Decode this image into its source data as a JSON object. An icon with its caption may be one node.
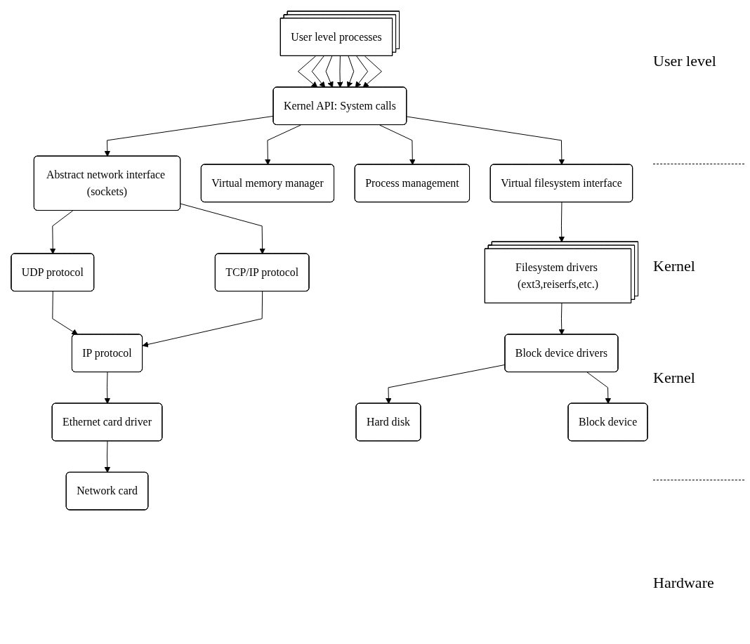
{
  "diagram": {
    "nodes": [
      {
        "text": [
          "User level processes"
        ]
      },
      {
        "text": [
          "Kernel API: System calls"
        ]
      },
      {
        "text": [
          "Virtual filesystem interface"
        ]
      },
      {
        "text": [
          "Virtual memory manager"
        ]
      },
      {
        "text": [
          "Process management"
        ]
      },
      {
        "text": [
          "Abstract network interface (sockets)"
        ]
      },
      {
        "text": [
          "Filesystem drivers (ext3,reiserfs,etc.)"
        ]
      },
      {
        "text": [
          "UDP protocol"
        ]
      },
      {
        "text": [
          "TCP/IP protocol"
        ]
      },
      {
        "text": [
          "IP protocol"
        ]
      },
      {
        "text": [
          "Block device drivers"
        ]
      },
      {
        "text": [
          "Ethernet card driver"
        ]
      },
      {
        "text": [
          "Hard disk"
        ]
      },
      {
        "text": [
          "Block device"
        ]
      },
      {
        "text": [
          "Network card"
        ]
      }
    ],
    "edges": [
      {
        "from": 0,
        "to": 1,
        "arrow": "to"
      },
      {
        "from": 0,
        "to": 1,
        "arrow": "to"
      },
      {
        "from": 0,
        "to": 1,
        "arrow": "to"
      },
      {
        "from": 0,
        "to": 1,
        "arrow": "to"
      },
      {
        "from": 0,
        "to": 1,
        "arrow": "to"
      },
      {
        "from": 0,
        "to": 1,
        "arrow": "to"
      },
      {
        "from": 0,
        "to": 1,
        "arrow": "to"
      },
      {
        "from": 1,
        "to": 2,
        "arrow": "to"
      },
      {
        "from": 1,
        "to": 3,
        "arrow": "to"
      },
      {
        "from": 1,
        "to": 4,
        "arrow": "to"
      },
      {
        "from": 1,
        "to": 5,
        "arrow": "to"
      },
      {
        "from": 2,
        "to": 6,
        "arrow": "to"
      },
      {
        "from": 5,
        "to": 7,
        "arrow": "to"
      },
      {
        "from": 5,
        "to": 8,
        "arrow": "to"
      },
      {
        "from": 7,
        "to": 9,
        "arrow": "to"
      },
      {
        "from": 8,
        "to": 9,
        "arrow": "to"
      },
      {
        "from": 6,
        "to": 10,
        "arrow": "to"
      },
      {
        "from": 9,
        "to": 11,
        "arrow": "to"
      },
      {
        "from": 10,
        "to": 12,
        "arrow": "to"
      },
      {
        "from": 10,
        "to": 13,
        "arrow": "to"
      },
      {
        "from": 11,
        "to": 14,
        "arrow": "to"
      }
    ],
    "labels": [
      "User level",
      "Kernel",
      "Kernel",
      "Hardware"
    ]
  }
}
